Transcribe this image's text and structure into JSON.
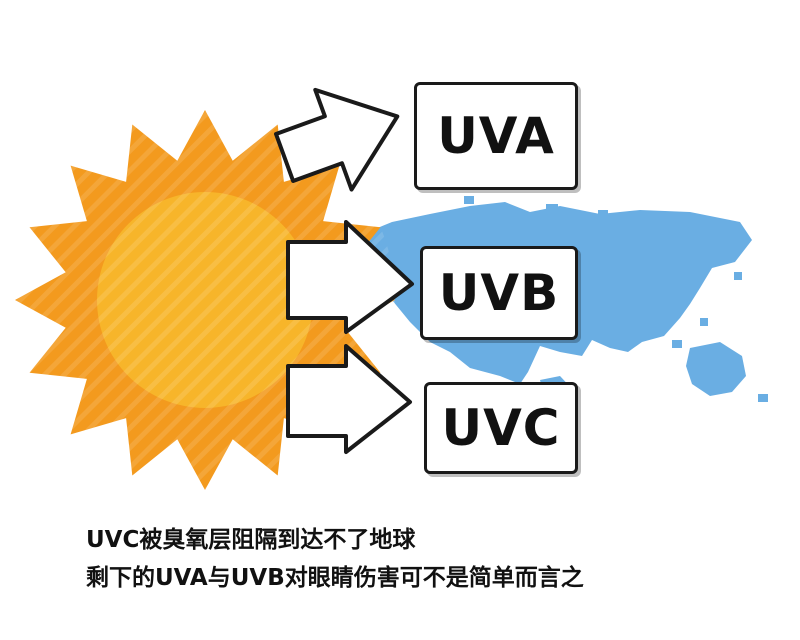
{
  "labels": {
    "uva": "UVA",
    "uvb": "UVB",
    "uvc": "UVC"
  },
  "caption": {
    "line1": "UVC被臭氧层阻隔到达不了地球",
    "line2": "剩下的UVA与UVB对眼睛伤害可不是简单而言之"
  },
  "colors": {
    "sun_rays": "#f39a1e",
    "sun_core": "#f7b52a",
    "map": "#6aaee3",
    "arrow_fill": "#ffffff",
    "outline": "#1a1a1a"
  }
}
